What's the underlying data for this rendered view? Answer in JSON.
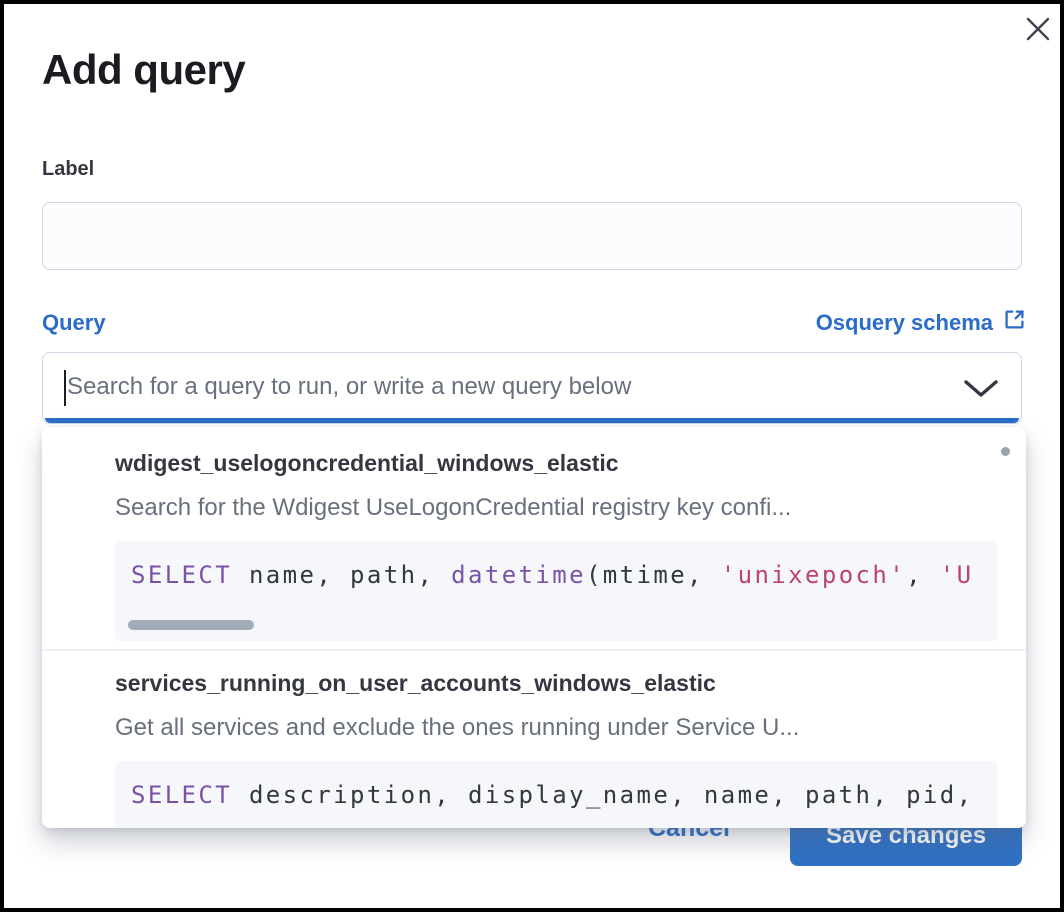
{
  "colors": {
    "accent-blue": "#2a6cc8",
    "button-blue": "#2f71c5",
    "title-text": "#1a1c21",
    "label-text": "#343741",
    "muted-text": "#69707d",
    "border": "#d3dae6",
    "code-bg": "#f5f7fa",
    "code-keyword": "#7a52a8",
    "code-string": "#bd4374",
    "code-plain": "#343741",
    "scrollbar": "#a2abb8",
    "divider": "#edf0f5"
  },
  "modal": {
    "title": "Add query"
  },
  "label_field": {
    "label": "Label",
    "value": "",
    "placeholder": ""
  },
  "query_field": {
    "label": "Query",
    "schema_link_label": "Osquery schema",
    "placeholder": "Search for a query to run, or write a new query below"
  },
  "dropdown": {
    "options": [
      {
        "title": "wdigest_uselogoncredential_windows_elastic",
        "description": "Search for the Wdigest UseLogonCredential registry key confi...",
        "code": [
          {
            "k": "keyword",
            "t": "SELECT"
          },
          {
            "k": "plain",
            "t": " name, path, "
          },
          {
            "k": "keyword",
            "t": "datetime"
          },
          {
            "k": "plain",
            "t": "(mtime, "
          },
          {
            "k": "string",
            "t": "'unixepoch'"
          },
          {
            "k": "plain",
            "t": ", "
          },
          {
            "k": "string",
            "t": "'U"
          }
        ],
        "h_scrollbar": true
      },
      {
        "title": "services_running_on_user_accounts_windows_elastic",
        "description": "Get all services and exclude the ones running under Service U...",
        "code": [
          {
            "k": "keyword",
            "t": "SELECT"
          },
          {
            "k": "plain",
            "t": " description, display_name, name, path, pid,"
          }
        ],
        "h_scrollbar": false
      }
    ]
  },
  "footer": {
    "cancel_label": "Cancel",
    "save_label": "Save changes"
  }
}
